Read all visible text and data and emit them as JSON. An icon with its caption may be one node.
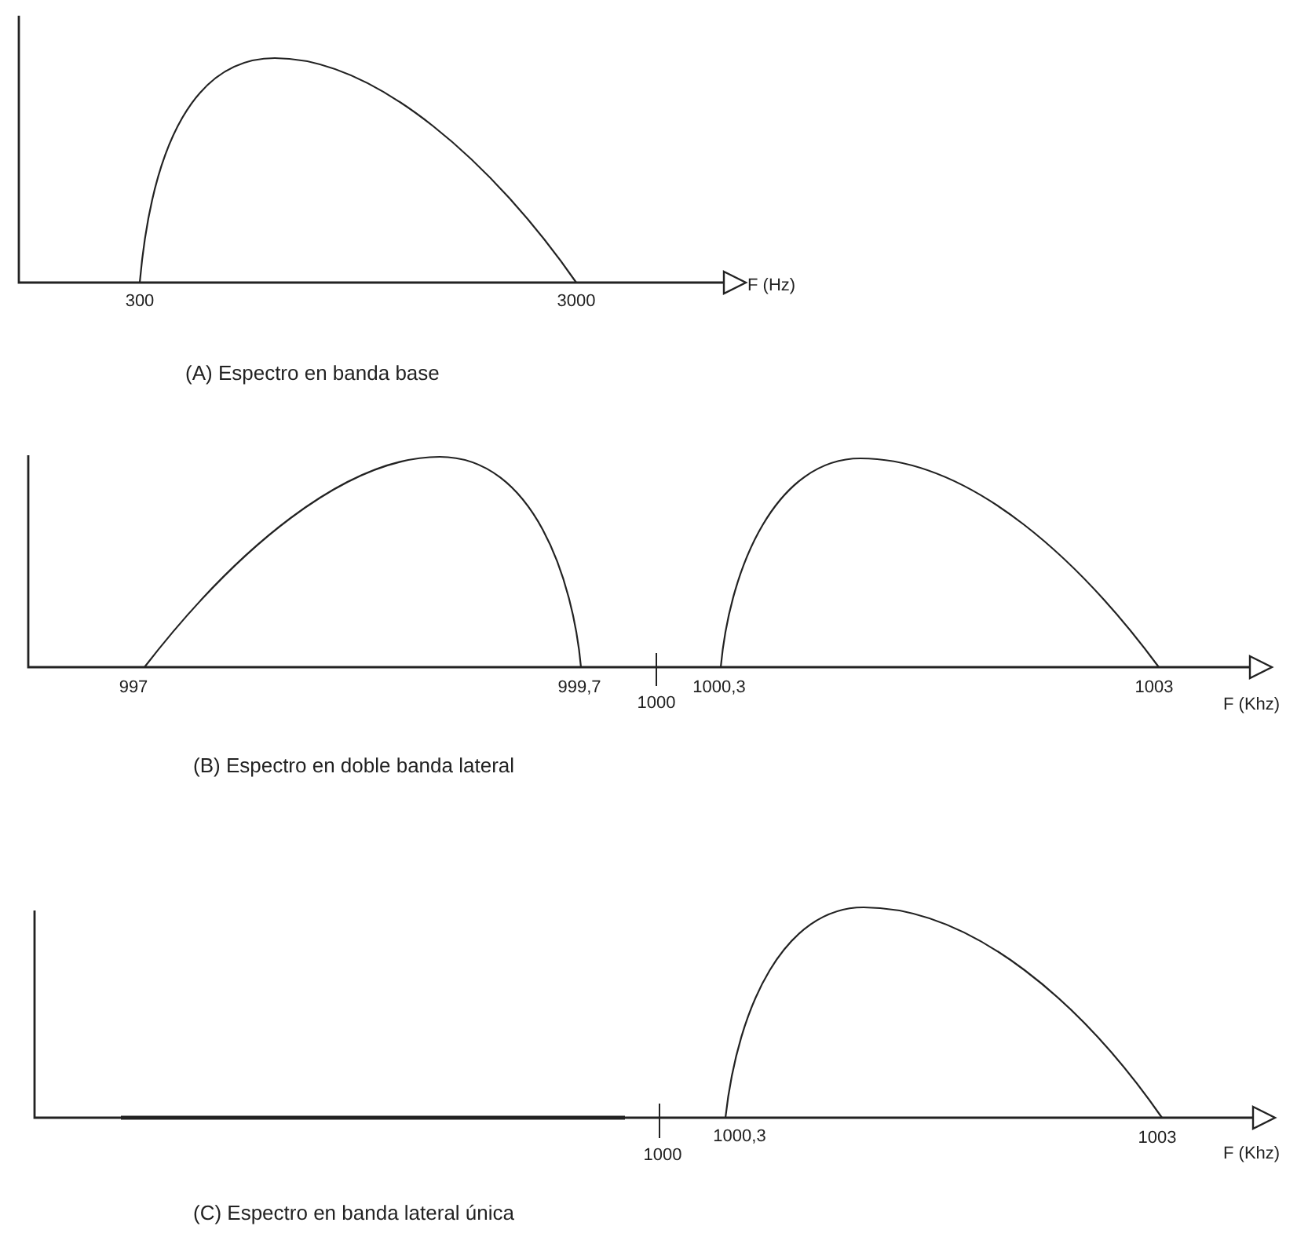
{
  "diagram": {
    "labels": [
      "300",
      "3000",
      "F (Hz)",
      "(A) Espectro en banda base",
      "997",
      "999,7",
      "1000,3",
      "1003",
      "F (Khz)",
      "1000",
      "(B) Espectro en doble banda lateral",
      "1000,3",
      "1003",
      "F (Khz)",
      "1000",
      "(C) Espectro en banda lateral única"
    ]
  }
}
